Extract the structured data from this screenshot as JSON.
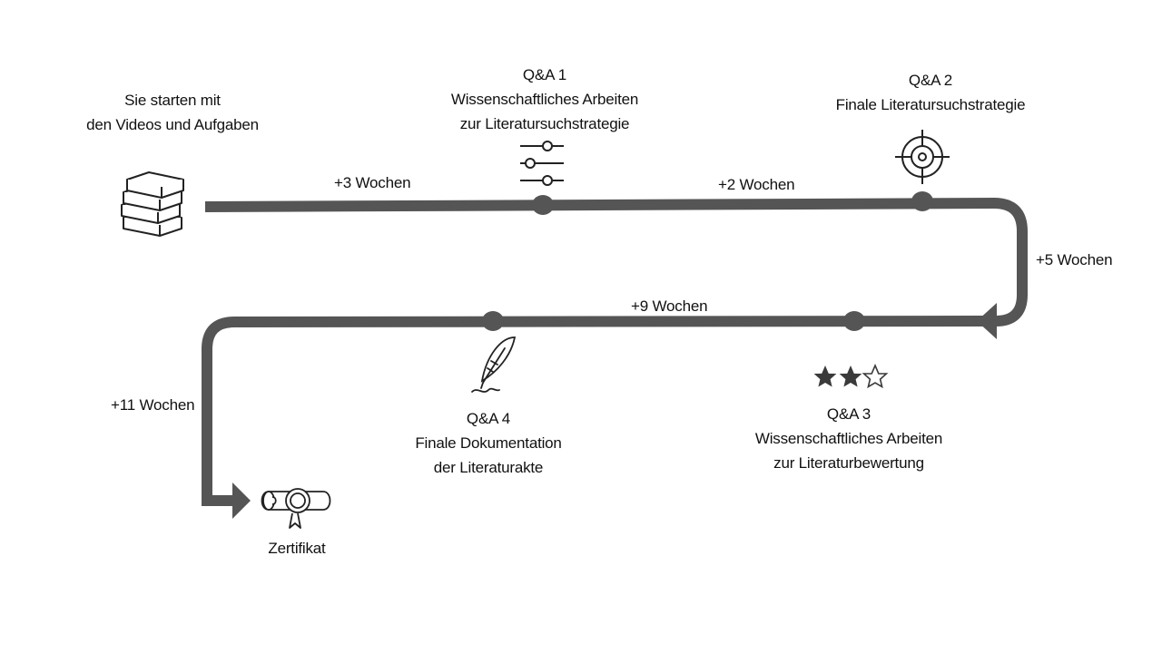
{
  "colors": {
    "track": "#555555",
    "ink": "#111111",
    "background": "#ffffff"
  },
  "start": {
    "lines": [
      "Sie starten mit",
      "den Videos und Aufgaben"
    ],
    "icon": "books-icon"
  },
  "milestones": {
    "qa1": {
      "lines": [
        "Q&A 1",
        "Wissenschaftliches Arbeiten",
        "zur Literatursuchstrategie"
      ],
      "icon": "sliders-icon"
    },
    "qa2": {
      "lines": [
        "Q&A 2",
        "Finale Literatursuchstrategie"
      ],
      "icon": "target-icon"
    },
    "qa3": {
      "lines": [
        "Q&A 3",
        "Wissenschaftliches Arbeiten",
        "zur Literaturbewertung"
      ],
      "icon": "stars-icon",
      "rating": 2,
      "rating_max": 3
    },
    "qa4": {
      "lines": [
        "Q&A 4",
        "Finale Dokumentation",
        "der Literaturakte"
      ],
      "icon": "quill-icon"
    }
  },
  "end": {
    "label": "Zertifikat",
    "icon": "certificate-icon"
  },
  "durations": {
    "d1": "+3 Wochen",
    "d2": "+2 Wochen",
    "d3": "+5 Wochen",
    "d4": "+9 Wochen",
    "d5": "+11 Wochen"
  }
}
